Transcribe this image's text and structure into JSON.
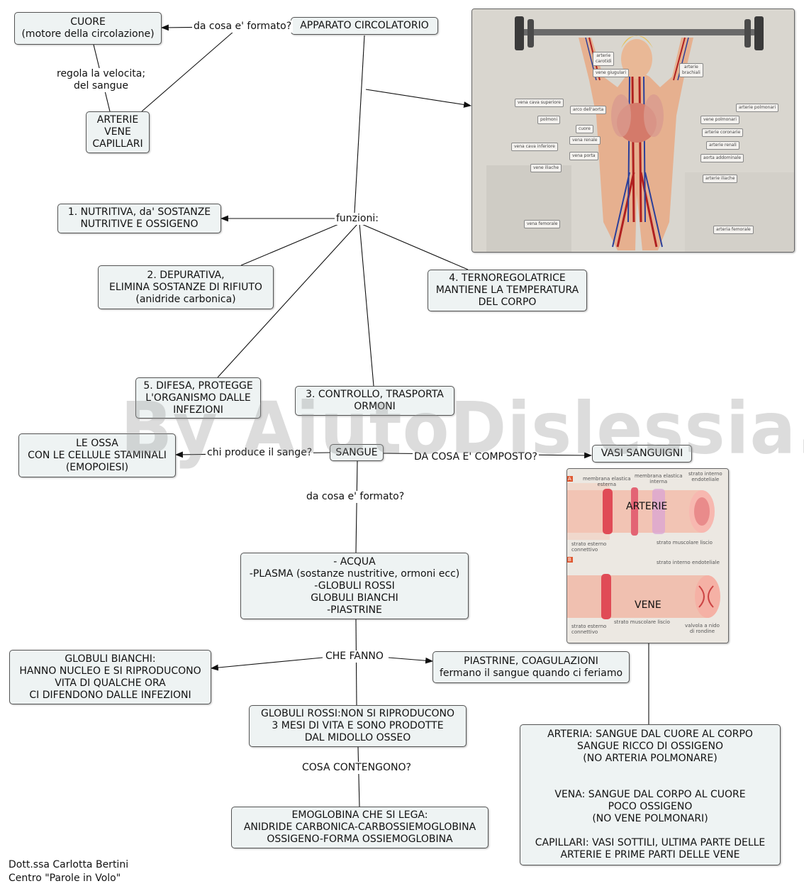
{
  "title": "APPARATO CIRCOLATORIO",
  "nodes": {
    "cuore": "CUORE\n(motore della circolazione)",
    "arterie": "ARTERIE\nVENE\nCAPILLARI",
    "nutritiva": "1. NUTRITIVA, da' SOSTANZE\nNUTRITIVE E OSSIGENO",
    "depurativa": "2. DEPURATIVA,\nELIMINA SOSTANZE DI RIFIUTO\n(anidride carbonica)",
    "termo": "4. TERNOREGOLATRICE\nMANTIENE LA TEMPERATURA\nDEL CORPO",
    "difesa": "5. DIFESA, PROTEGGE\nL'ORGANISMO DALLE\nINFEZIONI",
    "controllo": "3. CONTROLLO, TRASPORTA\nORMONI",
    "ossa": "LE OSSA\nCON LE CELLULE STAMINALI\n(EMOPOIESI)",
    "sangue": "SANGUE",
    "vasi": "VASI SANGUIGNI",
    "acqua": "- ACQUA\n-PLASMA (sostanze nustritive, ormoni ecc)\n-GLOBULI ROSSI\nGLOBULI BIANCHI\n-PIASTRINE",
    "bianchi": "GLOBULI BIANCHI:\nHANNO NUCLEO E SI RIPRODUCONO\nVITA DI QUALCHE ORA\nCI DIFENDONO DALLE INFEZIONI",
    "piastrine": "PIASTRINE, COAGULAZIONI\nfermano il sangue quando ci feriamo",
    "rossi": "GLOBULI ROSSI:NON SI RIPRODUCONO\n3 MESI DI VITA E SONO PRODOTTE\nDAL MIDOLLO OSSEO",
    "emoglobina": "EMOGLOBINA CHE SI LEGA:\nANIDRIDE CARBONICA-CARBOSSIEMOGLOBINA\nOSSIGENO-FORMA OSSIEMOGLOBINA",
    "arteria_info": "ARTERIA: SANGUE DAL CUORE AL CORPO\nSANGUE RICCO DI OSSIGENO\n(NO ARTERIA POLMONARE)\n\n\nVENA: SANGUE DAL CORPO AL CUORE\nPOCO OSSIGENO\n(NO VENE POLMONARI)\n\nCAPILLARI: VASI SOTTILI, ULTIMA PARTE DELLE\nARTERIE E PRIME PARTI DELLE VENE"
  },
  "labels": {
    "da_cosa_formato": "da cosa e' formato?",
    "regola": "regola la velocita;\ndel sangue",
    "funzioni": "funzioni:",
    "chi_produce": "chi produce il sange?",
    "composto": "DA COSA E' COMPOSTO?",
    "formato2": "da cosa e' formato?",
    "che_fanno": "CHE FANNO",
    "contengono": "COSA CONTENGONO?"
  },
  "body_image_tags": [
    "arterie\ncarotidi",
    "vene giugulari",
    "arterie\nbrachiali",
    "vena cava superiore",
    "arco dell'aorta",
    "arterie polmonari",
    "polmoni",
    "vene polmonari",
    "cuore",
    "arterie coronarie",
    "vena renale",
    "vena cava inferiore",
    "arterie renali",
    "vena porta",
    "aorta addominale",
    "vene iliache",
    "arterie iliache",
    "vena femorale",
    "arteria femorale"
  ],
  "vessel_image": {
    "labels": [
      "membrana elastica\nesterna",
      "membrana elastica\ninterna",
      "strato interno\nendoteliale",
      "strato esterno\nconnettivo",
      "strato muscolare liscio",
      "strato interno endoteliale",
      "strato esterno\nconnettivo",
      "strato muscolare liscio",
      "valvola a nido\ndi rondine"
    ],
    "arterie": "ARTERIE",
    "vene": "VENE",
    "marker_a": "A",
    "marker_b": "B"
  },
  "watermark": "By AiutoDislessia.net",
  "footer": "Dott.ssa Carlotta Bertini\nCentro \"Parole in Volo\""
}
